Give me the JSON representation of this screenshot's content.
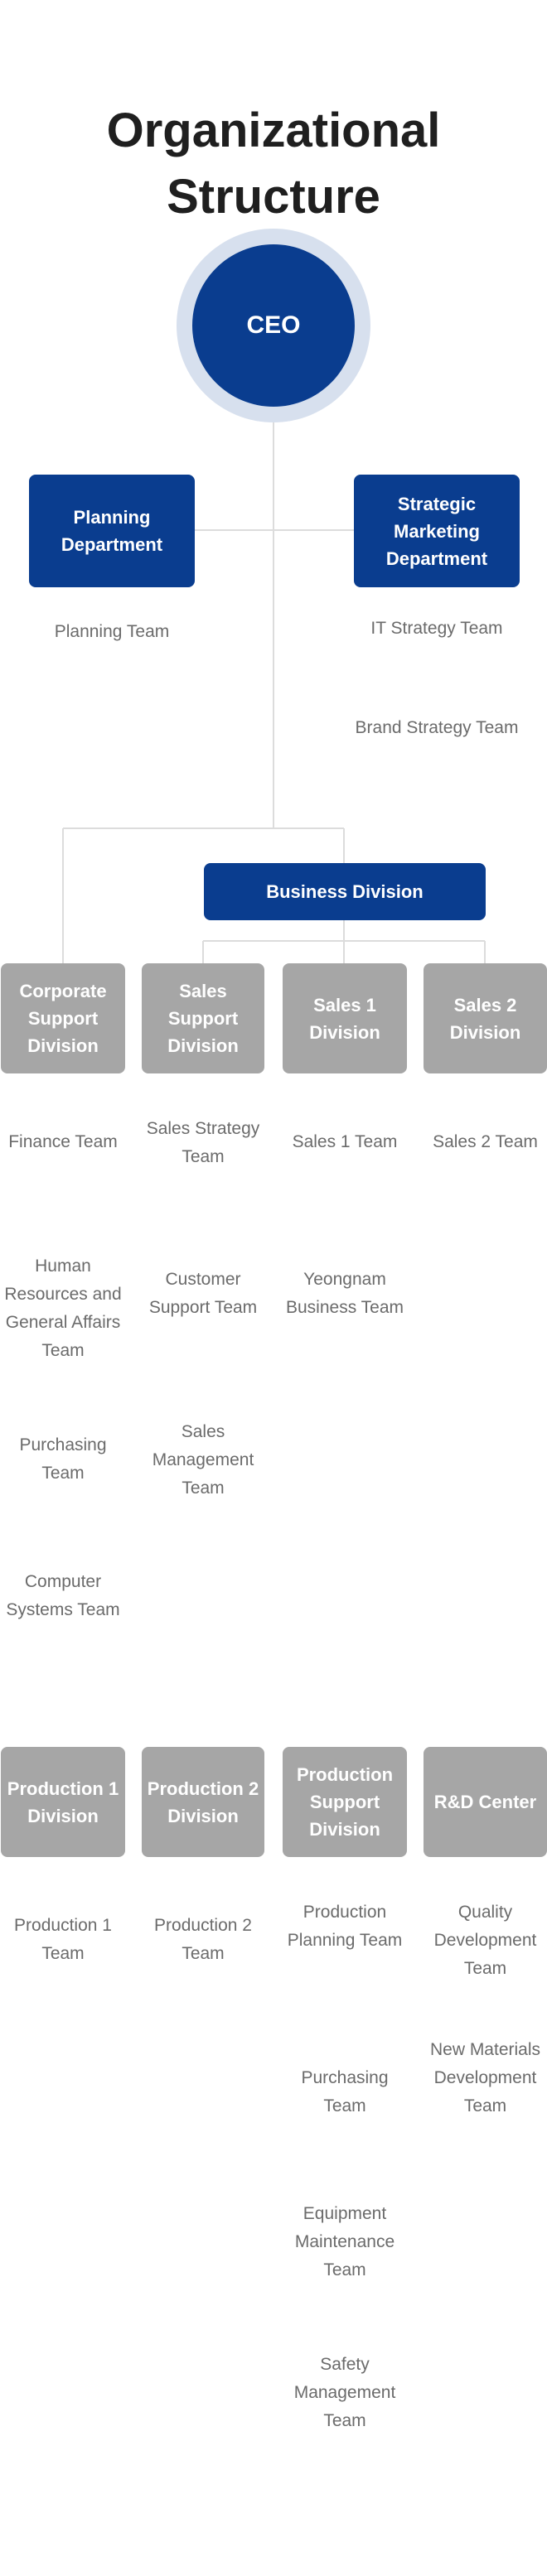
{
  "title": "Organizational Structure",
  "colors": {
    "primary": "#0a3d8f",
    "ring": "#d7e0ee",
    "division": "#a6a6a6",
    "team_text": "#6b6b6b",
    "line": "#dcdcdc"
  },
  "ceo": "CEO",
  "departments": {
    "planning": {
      "label": "Planning Department",
      "teams": [
        "Planning Team"
      ]
    },
    "strategic_marketing": {
      "label": "Strategic Marketing Department",
      "teams": [
        "IT Strategy Team",
        "Brand Strategy Team"
      ]
    }
  },
  "business_division": "Business Division",
  "divisions_row1": [
    {
      "label": "Corporate Support Division",
      "teams": [
        "Finance Team",
        "Human Resources and General Affairs Team",
        "Purchasing Team",
        "Computer Systems Team"
      ]
    },
    {
      "label": "Sales Support Division",
      "teams": [
        "Sales Strategy Team",
        "Customer Support Team",
        "Sales Management Team"
      ]
    },
    {
      "label": "Sales 1 Division",
      "teams": [
        "Sales 1 Team",
        "Yeongnam Business Team"
      ]
    },
    {
      "label": "Sales 2 Division",
      "teams": [
        "Sales 2 Team"
      ]
    }
  ],
  "divisions_row2": [
    {
      "label": "Production 1 Division",
      "teams": [
        "Production 1 Team"
      ]
    },
    {
      "label": "Production 2 Division",
      "teams": [
        "Production 2 Team"
      ]
    },
    {
      "label": "Production Support Division",
      "teams": [
        "Production Planning Team",
        "Purchasing Team",
        "Equipment Maintenance Team",
        "Safety Management Team"
      ]
    },
    {
      "label": "R&D Center",
      "teams": [
        "Quality Development Team",
        "New Materials Development Team"
      ]
    }
  ]
}
